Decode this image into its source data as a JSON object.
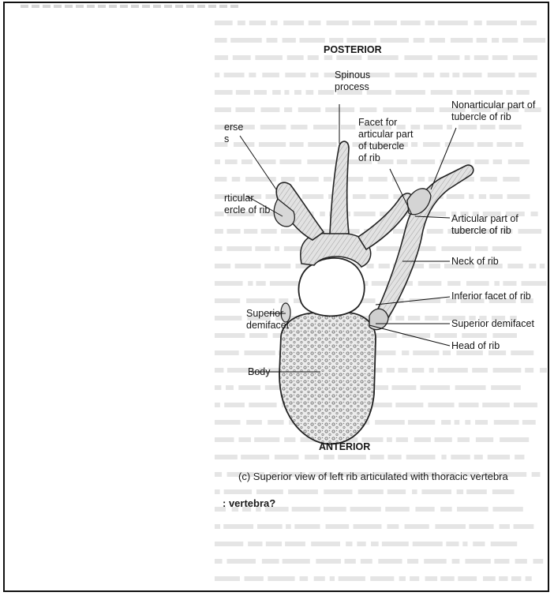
{
  "diagram": {
    "posterior_label": "POSTERIOR",
    "anterior_label": "ANTERIOR",
    "caption": "(c) Superior view of left rib articulated with thoracic vertebra",
    "labels": {
      "spinous_process": [
        "Spinous",
        "process"
      ],
      "transverse_process_partial": [
        "erse",
        "s"
      ],
      "articular_tubercle_partial": [
        "rticular",
        "ercle of rib"
      ],
      "facet_for_articular_part": [
        "Facet for",
        "articular part",
        "of tubercle",
        "of rib"
      ],
      "nonarticular_part": [
        "Nonarticular part of",
        "tubercle of rib"
      ],
      "articular_part": [
        "Articular part of",
        "tubercle of rib"
      ],
      "neck_of_rib": "Neck of rib",
      "inferior_facet": "Inferior facet of rib",
      "superior_demifacet_right": "Superior demifacet",
      "superior_demifacet_left": [
        "Superior",
        "demifacet"
      ],
      "head_of_rib": "Head of rib",
      "body": "Body"
    },
    "partial_question": ": vertebra?"
  }
}
